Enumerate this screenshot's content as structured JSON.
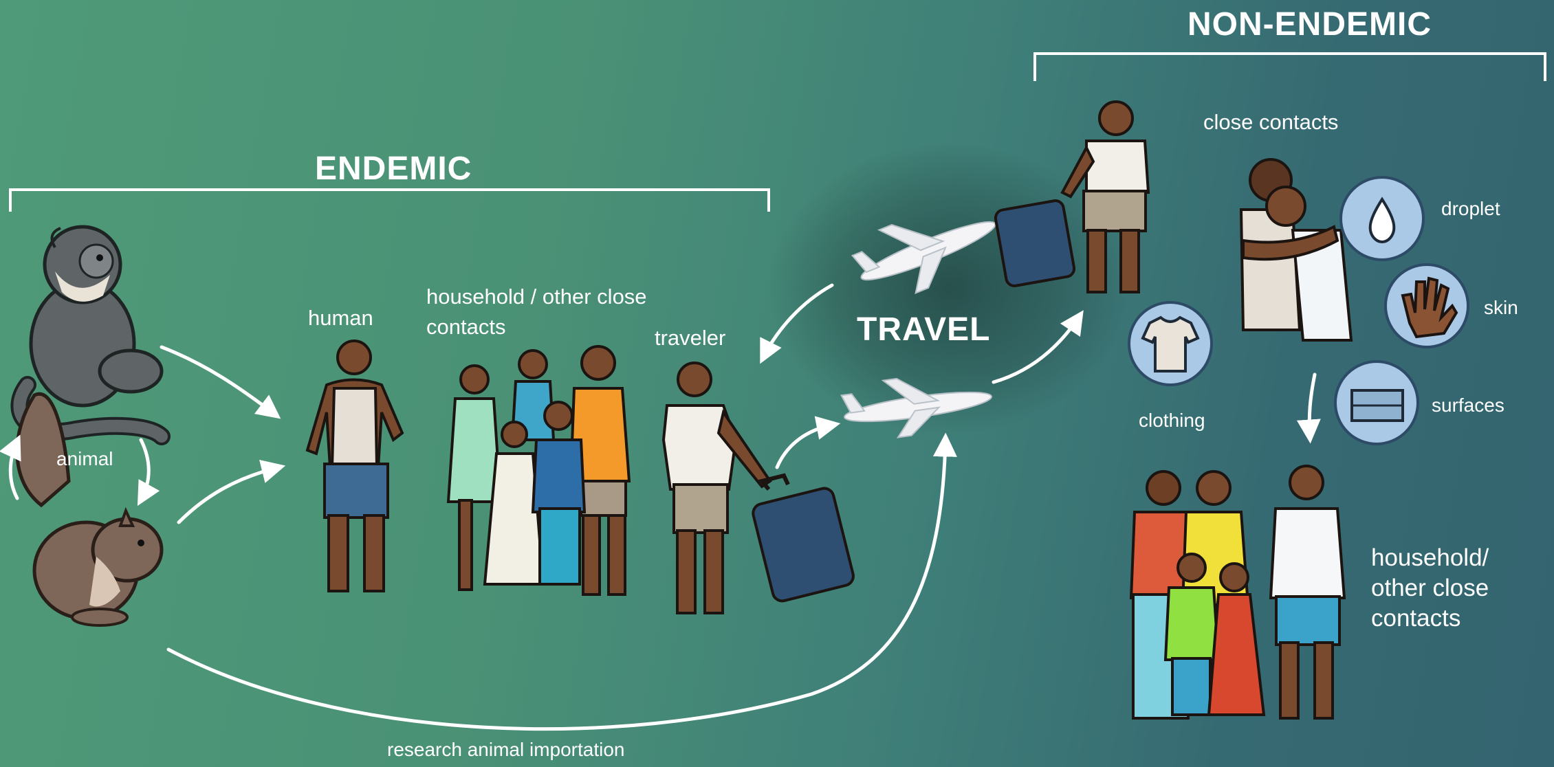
{
  "headings": {
    "endemic": "ENDEMIC",
    "non_endemic": "NON-ENDEMIC",
    "travel": "TRAVEL"
  },
  "labels": {
    "animal": "animal",
    "human": "human",
    "household_contacts": "household / other close contacts",
    "traveler": "traveler",
    "close_contacts": "close contacts",
    "droplet": "droplet",
    "skin": "skin",
    "clothing": "clothing",
    "surfaces": "surfaces",
    "household_nonendemic": "household/ other close contacts",
    "research_importation": "research animal importation"
  },
  "colors": {
    "background_left": "#4f9a78",
    "background_right": "#33646f",
    "skin": "#7a4a2e",
    "circle_fill": "#a9c9e6",
    "suitcase": "#2f4f72"
  }
}
